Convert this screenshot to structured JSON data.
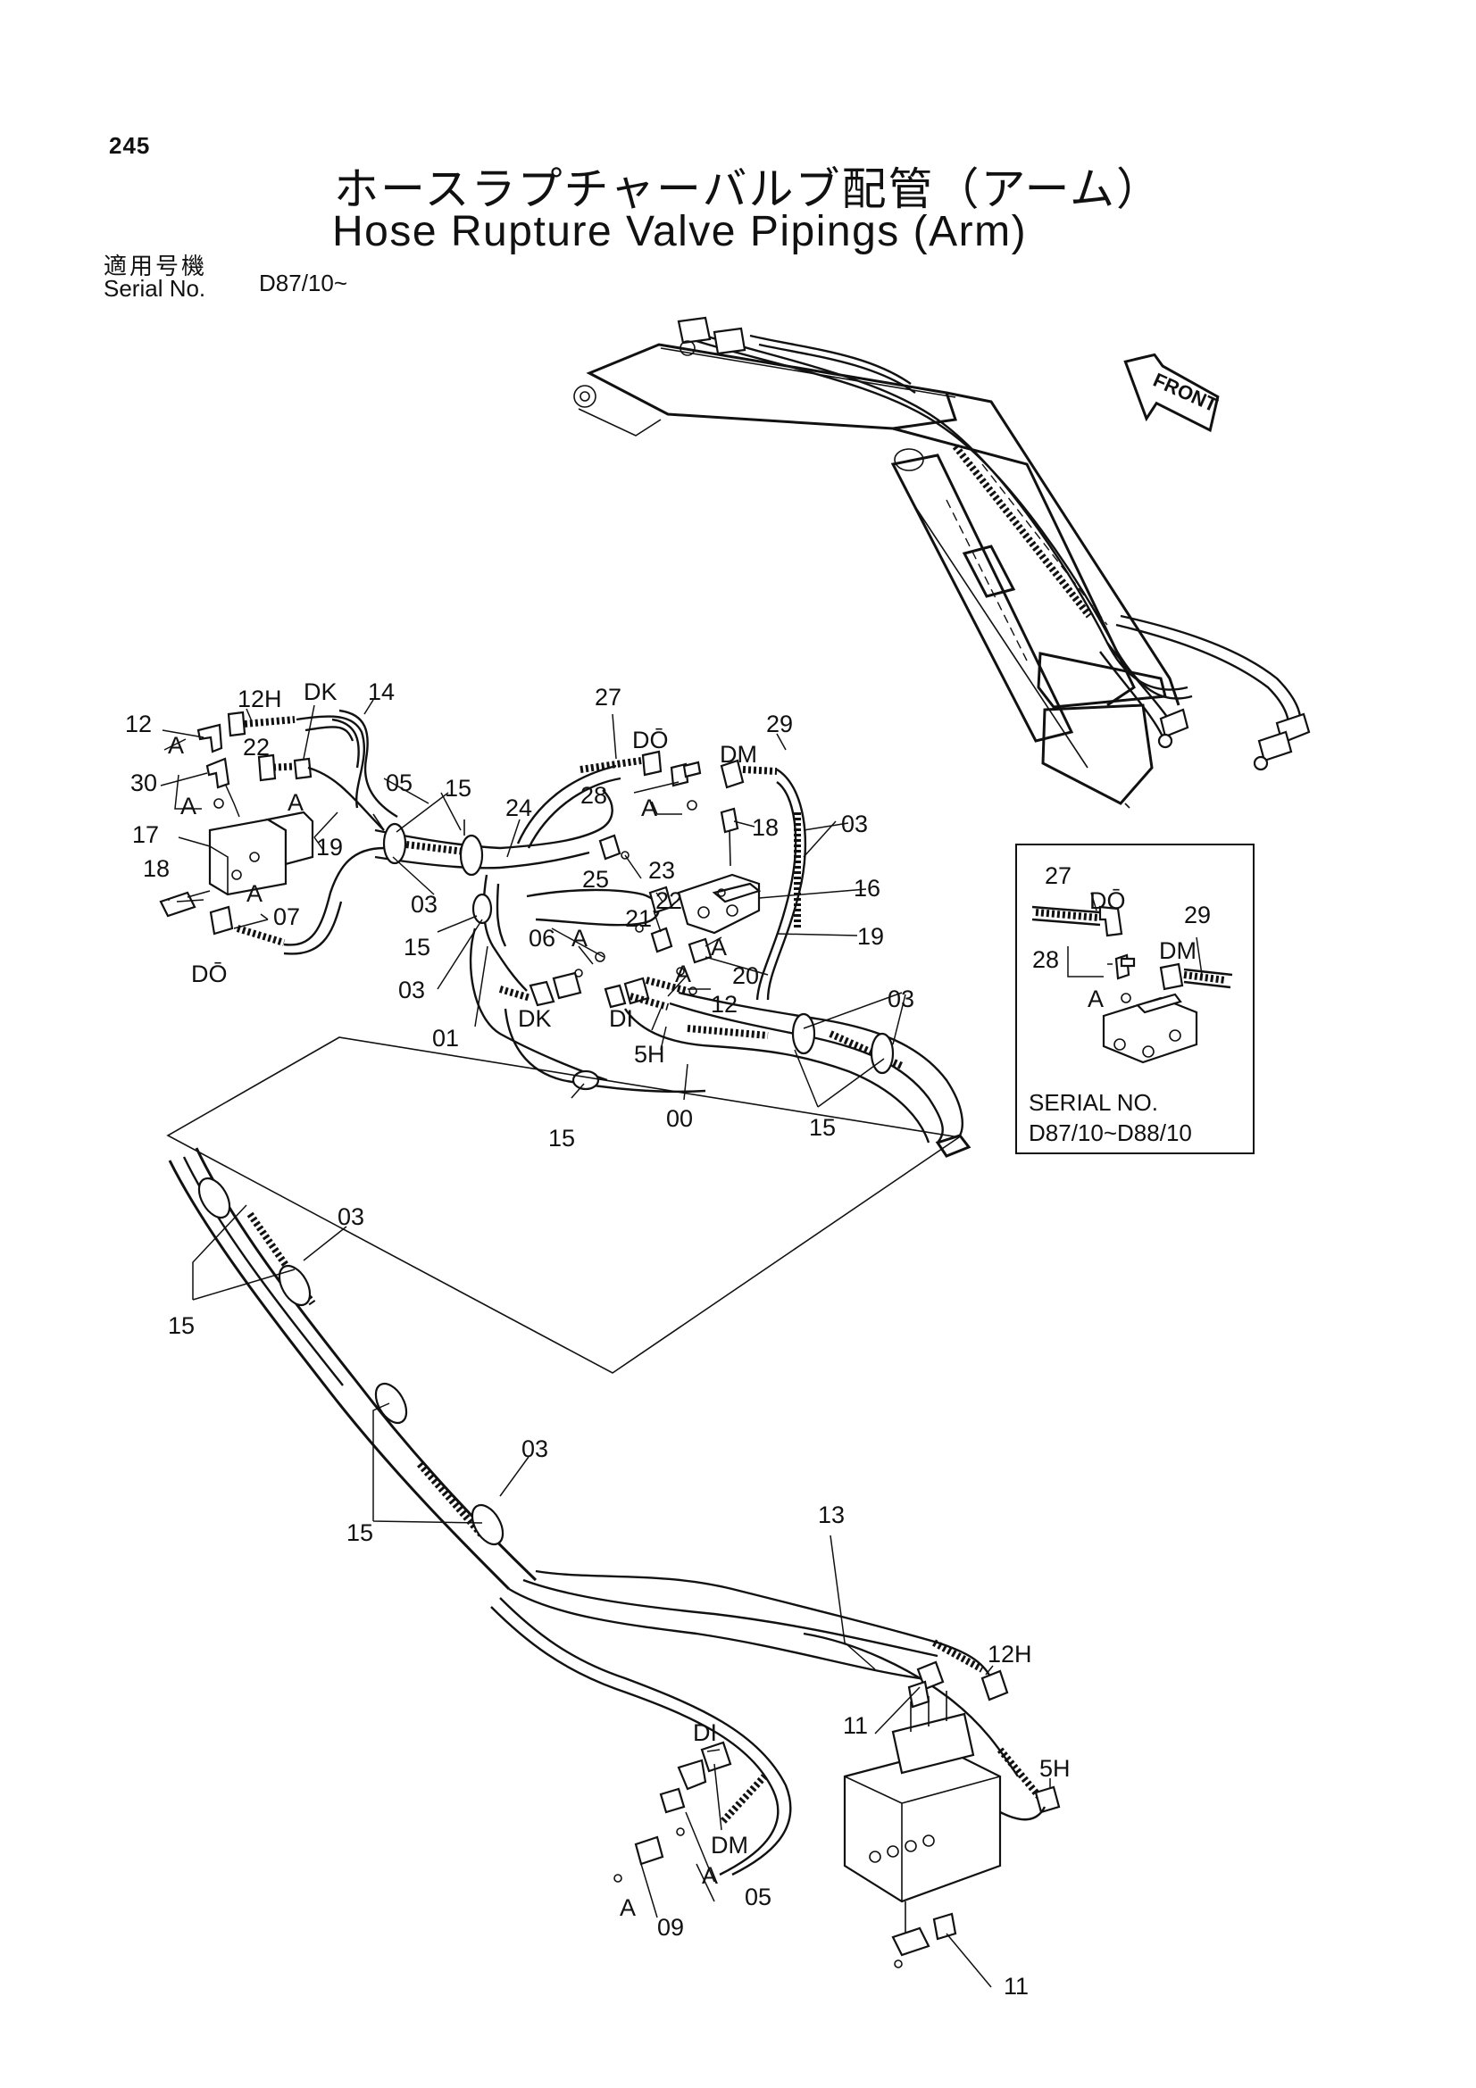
{
  "header": {
    "page_number": "245",
    "title_jp": "ホースラプチャーバルブ配管（アーム）",
    "title_en": "Hose Rupture Valve Pipings (Arm)",
    "serial_label_jp": "適用号機",
    "serial_label_en": "Serial No.",
    "serial_value": "D87/10~"
  },
  "front_marker": "FRONT",
  "inset": {
    "labels": [
      "27",
      "DŌ",
      "29",
      "DM",
      "28",
      "A"
    ],
    "serial_title": "SERIAL NO.",
    "serial_range": "D87/10~D88/10"
  },
  "callouts": {
    "c12h_top": "12H",
    "cdk_top": "DK",
    "c14": "14",
    "c12_left": "12",
    "a_top_left": "A",
    "c22_left": "22",
    "c30": "30",
    "a_left": "A",
    "c05_top": "05",
    "c15_top": "15",
    "a_valve": "A",
    "c17": "17",
    "c19_left": "19",
    "c18_left": "18",
    "a7": "A",
    "c07": "07",
    "cdo_left": "DŌ",
    "c03_a": "03",
    "c15_b": "15",
    "c03_b": "03",
    "c01": "01",
    "c24": "24",
    "c27": "27",
    "cdo_top": "DŌ",
    "c29": "29",
    "cdm_top": "DM",
    "c28": "28",
    "a28": "A",
    "c18_right": "18",
    "c03_right": "03",
    "c23": "23",
    "c25": "25",
    "c22_mid": "22",
    "c16": "16",
    "c21": "21",
    "c06": "06",
    "a06": "A",
    "a_valve2": "A",
    "c19_right": "19",
    "c20": "20",
    "a20": "A",
    "c12_mid": "12",
    "cdk_mid": "DK",
    "cdi_mid": "DI",
    "c5h_mid": "5H",
    "c03_mid": "03",
    "c15_mid": "15",
    "c00": "00",
    "c15_mid2": "15",
    "c03_lower1": "03",
    "c15_lower1": "15",
    "c03_lower2": "03",
    "c15_lower2": "15",
    "c13": "13",
    "c12h_bottom": "12H",
    "c11_top": "11",
    "cdi_bottom": "DI",
    "c5h_bottom": "5H",
    "cdm_bottom": "DM",
    "a_bottom1": "A",
    "c05_bottom": "05",
    "a_bottom2": "A",
    "c09": "09",
    "c11_bottom": "11"
  }
}
